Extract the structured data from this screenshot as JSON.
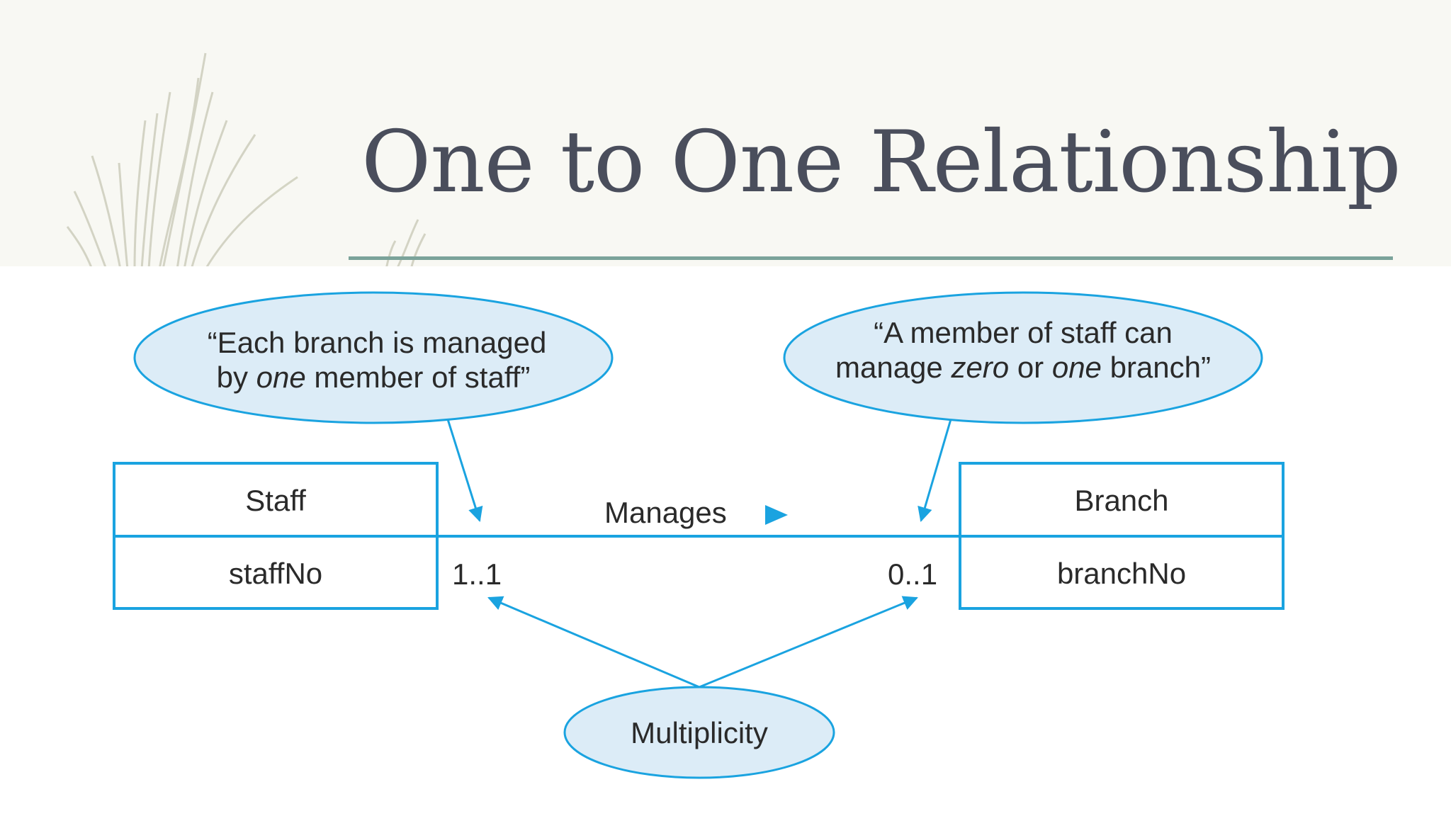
{
  "slide": {
    "title": "One to One Relationship"
  },
  "diagram": {
    "entities": [
      {
        "name": "Staff",
        "attribute": "staffNo",
        "multiplicity": "1..1"
      },
      {
        "name": "Branch",
        "attribute": "branchNo",
        "multiplicity": "0..1"
      }
    ],
    "relationship": {
      "label": "Manages",
      "direction_icon": "triangle-right-icon"
    },
    "callouts": {
      "left": {
        "line1": "“Each branch is managed",
        "line2_pre": "by ",
        "line2_em": "one",
        "line2_post": " member of staff”"
      },
      "right": {
        "line1": "“A member of staff can",
        "line2_pre": "manage ",
        "line2_em1": "zero",
        "line2_mid": " or ",
        "line2_em2": "one",
        "line2_post": " branch”"
      },
      "bottom": {
        "label": "Multiplicity"
      }
    },
    "colors": {
      "accent": "#1aa3e0",
      "callout_fill": "#dcecf7",
      "title": "#4a4e5c",
      "rule": "#7ba39a"
    }
  }
}
